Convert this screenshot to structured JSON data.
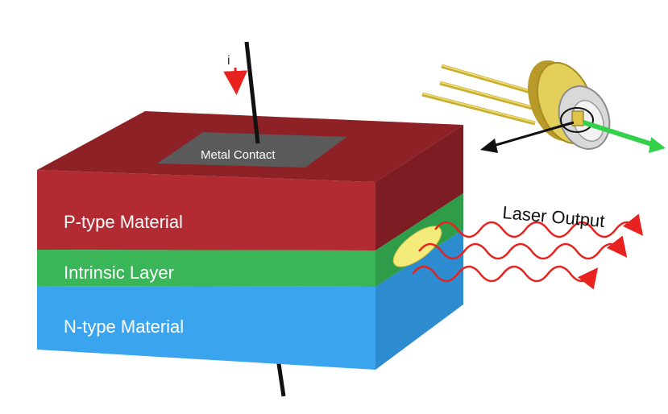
{
  "labels": {
    "current": "i",
    "metal_contact": "Metal Contact",
    "p_type": "P-type Material",
    "intrinsic": "Intrinsic Layer",
    "n_type": "N-type Material",
    "laser_output": "Laser Output"
  },
  "colors": {
    "p_front": "#b32b32",
    "p_top": "#8e2125",
    "p_side": "#7d1c22",
    "i_front": "#3ab558",
    "i_side": "#2f9c49",
    "n_front": "#3aa5ee",
    "n_side": "#2d8bd0",
    "contact": "#5a5a5a",
    "emission_spot": "#f3ec7a",
    "wave": "#e8221e",
    "current_arrow": "#e8221e",
    "beam": "#33d14a",
    "package_gold": "#d8c34d"
  },
  "icons": {
    "laser_package": "laser-diode-package-icon"
  }
}
